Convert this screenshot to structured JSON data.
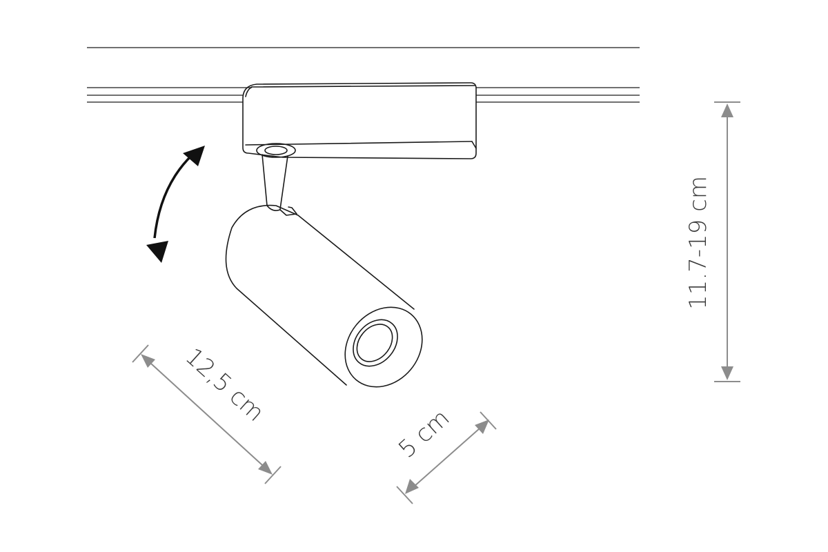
{
  "dimensions": {
    "height": "11.7-19 cm",
    "length": "12,5 cm",
    "diameter": "5 cm"
  },
  "colors": {
    "outline": "#1a1a1a",
    "dimension_lines": "#8c8c8c",
    "label_text": "#3a3a3a",
    "background": "#ffffff"
  }
}
